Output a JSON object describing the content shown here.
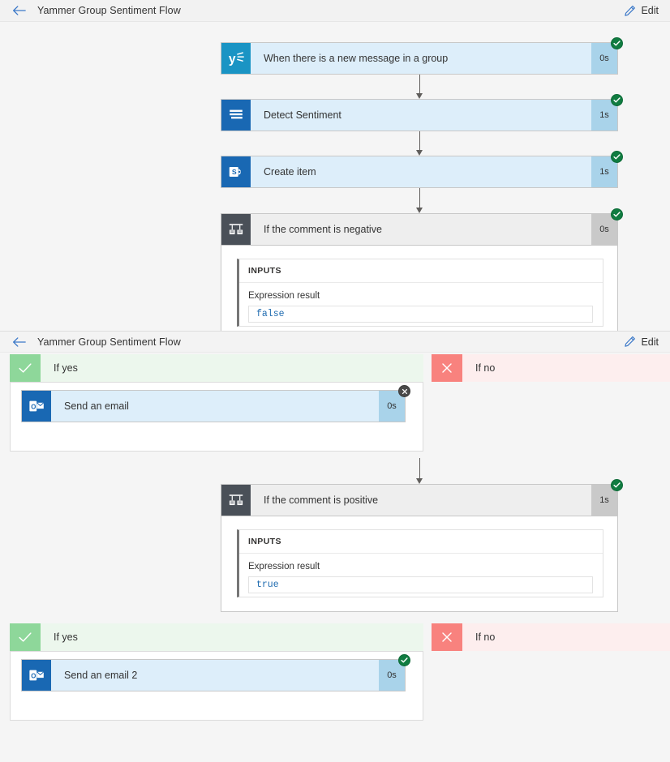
{
  "app": {
    "title": "Yammer Group Sentiment Flow",
    "accent_blue": "#0078d4",
    "success_green": "#107c41",
    "skipped_gray": "#4a4a4a",
    "card_blue": "#ddeefa",
    "duration_blue": "#a9d3ea",
    "condition_gray": "#eeeeee",
    "yes_green": "#8ed79a",
    "no_red": "#f8827e"
  },
  "headers": [
    {
      "back_icon": "arrow-left-icon",
      "title": "Yammer Group Sentiment Flow",
      "edit_icon": "pencil-icon",
      "edit_label": "Edit"
    },
    {
      "back_icon": "arrow-left-icon",
      "title": "Yammer Group Sentiment Flow",
      "edit_icon": "pencil-icon",
      "edit_label": "Edit"
    }
  ],
  "flow": {
    "nodes": [
      {
        "id": "trigger",
        "title": "When there is a new message in a group",
        "duration": "0s",
        "status": "succeeded",
        "status_icon": "check-circle-icon",
        "icon": "yammer-icon",
        "type": "action"
      },
      {
        "id": "detect-sentiment",
        "title": "Detect Sentiment",
        "duration": "1s",
        "status": "succeeded",
        "status_icon": "check-circle-icon",
        "icon": "text-analytics-icon",
        "type": "action"
      },
      {
        "id": "create-item",
        "title": "Create item",
        "duration": "1s",
        "status": "succeeded",
        "status_icon": "check-circle-icon",
        "icon": "sharepoint-icon",
        "type": "action"
      },
      {
        "id": "condition-negative",
        "title": "If the comment is negative",
        "duration": "0s",
        "status": "succeeded",
        "status_icon": "check-circle-icon",
        "icon": "condition-branch-icon",
        "type": "condition",
        "inputs": {
          "section_label": "INPUTS",
          "field_label": "Expression result",
          "field_value": "false"
        },
        "branches": {
          "yes": {
            "icon": "check-icon",
            "label": "If yes",
            "action": {
              "title": "Send an email",
              "duration": "0s",
              "status": "skipped",
              "status_icon": "x-circle-icon",
              "icon": "outlook-icon"
            }
          },
          "no": {
            "icon": "x-icon",
            "label": "If no",
            "action": null
          }
        }
      },
      {
        "id": "condition-positive",
        "title": "If the comment is positive",
        "duration": "1s",
        "status": "succeeded",
        "status_icon": "check-circle-icon",
        "icon": "condition-branch-icon",
        "type": "condition",
        "inputs": {
          "section_label": "INPUTS",
          "field_label": "Expression result",
          "field_value": "true"
        },
        "branches": {
          "yes": {
            "icon": "check-icon",
            "label": "If yes",
            "action": {
              "title": "Send an email 2",
              "duration": "0s",
              "status": "succeeded",
              "status_icon": "check-circle-icon",
              "icon": "outlook-icon"
            }
          },
          "no": {
            "icon": "x-icon",
            "label": "If no",
            "action": null
          }
        }
      }
    ]
  }
}
